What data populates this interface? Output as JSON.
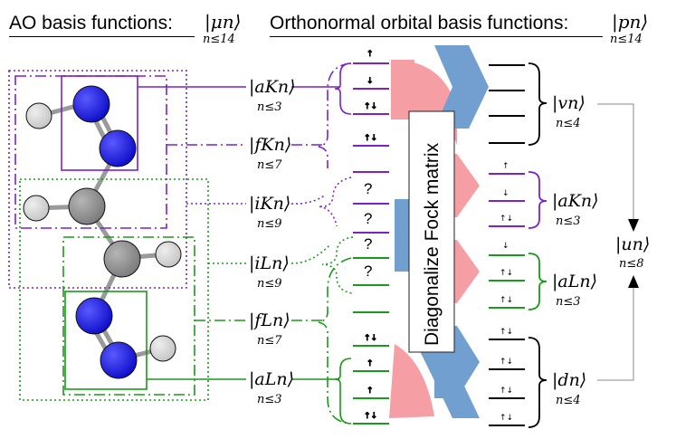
{
  "header": {
    "ao_title": "AO basis functions:",
    "ao_ket": "|μn⟩",
    "ao_sub": "n≤14",
    "orth_title": "Orthonormal orbital basis functions:",
    "orth_ket": "|pn⟩",
    "orth_sub": "n≤14"
  },
  "labels": [
    {
      "ket": "|aKn⟩",
      "sub": "n≤3"
    },
    {
      "ket": "|fKn⟩",
      "sub": "n≤7"
    },
    {
      "ket": "|iKn⟩",
      "sub": "n≤9"
    },
    {
      "ket": "|iLn⟩",
      "sub": "n≤9"
    },
    {
      "ket": "|fLn⟩",
      "sub": "n≤7"
    },
    {
      "ket": "|aLn⟩",
      "sub": "n≤3"
    }
  ],
  "right_labels": [
    {
      "ket": "|vn⟩",
      "sub": "n≤4"
    },
    {
      "ket": "|aKn⟩",
      "sub": "n≤3"
    },
    {
      "ket": "|aLn⟩",
      "sub": "n≤3"
    },
    {
      "ket": "|dn⟩",
      "sub": "n≤4"
    },
    {
      "ket": "|un⟩",
      "sub": "n≤8"
    }
  ],
  "diag_label": "Diagonalize Fock matrix",
  "unknown_mark": "?",
  "colors": {
    "purple": "#7b22c8",
    "green": "#1a9a1a",
    "pink": "#f59aa0",
    "blue": "#6a9acd",
    "atom_blue": "#1414d6",
    "atom_gray": "#8c8c8c",
    "atom_light": "#d4d4d4"
  }
}
